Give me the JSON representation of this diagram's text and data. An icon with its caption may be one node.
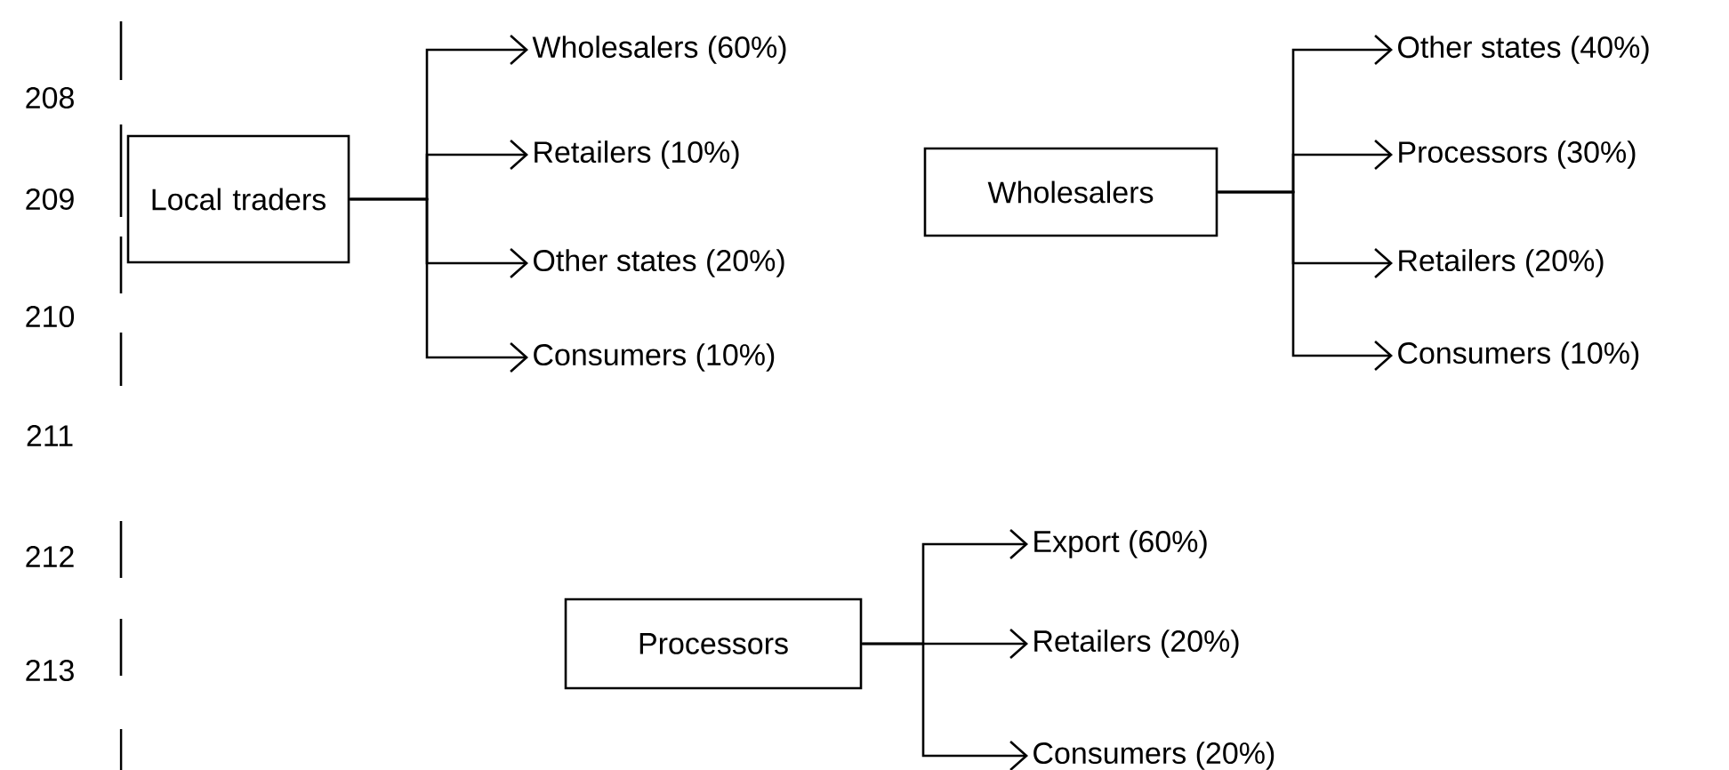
{
  "diagram": {
    "nodes": [
      {
        "text": [
          "Local traders"
        ]
      },
      {
        "text": [
          "Wholesalers (60%)"
        ]
      },
      {
        "text": [
          "Retailers (10%)"
        ]
      },
      {
        "text": [
          "Other states (20%)"
        ]
      },
      {
        "text": [
          "Consumers (10%)"
        ]
      },
      {
        "text": [
          "Wholesalers"
        ]
      },
      {
        "text": [
          "Other states (40%)"
        ]
      },
      {
        "text": [
          "Processors (30%)"
        ]
      },
      {
        "text": [
          "Retailers (20%)"
        ]
      },
      {
        "text": [
          "Consumers (10%)"
        ]
      },
      {
        "text": [
          "Processors"
        ]
      },
      {
        "text": [
          "Export (60%)"
        ]
      },
      {
        "text": [
          "Retailers (20%)"
        ]
      },
      {
        "text": [
          "Consumers (20%)"
        ]
      }
    ],
    "edges": [
      {
        "from": 0,
        "to": 1,
        "arrow": "to"
      },
      {
        "from": 0,
        "to": 2,
        "arrow": "to"
      },
      {
        "from": 0,
        "to": 3,
        "arrow": "to"
      },
      {
        "from": 0,
        "to": 4,
        "arrow": "to"
      },
      {
        "from": 5,
        "to": 6,
        "arrow": "to"
      },
      {
        "from": 5,
        "to": 7,
        "arrow": "to"
      },
      {
        "from": 5,
        "to": 8,
        "arrow": "to"
      },
      {
        "from": 5,
        "to": 9,
        "arrow": "to"
      },
      {
        "from": 10,
        "to": 11,
        "arrow": "to"
      },
      {
        "from": 10,
        "to": 12,
        "arrow": "to"
      },
      {
        "from": 10,
        "to": 13,
        "arrow": "to"
      }
    ],
    "labels": [
      "208",
      "209",
      "210",
      "211",
      "212",
      "213"
    ]
  }
}
